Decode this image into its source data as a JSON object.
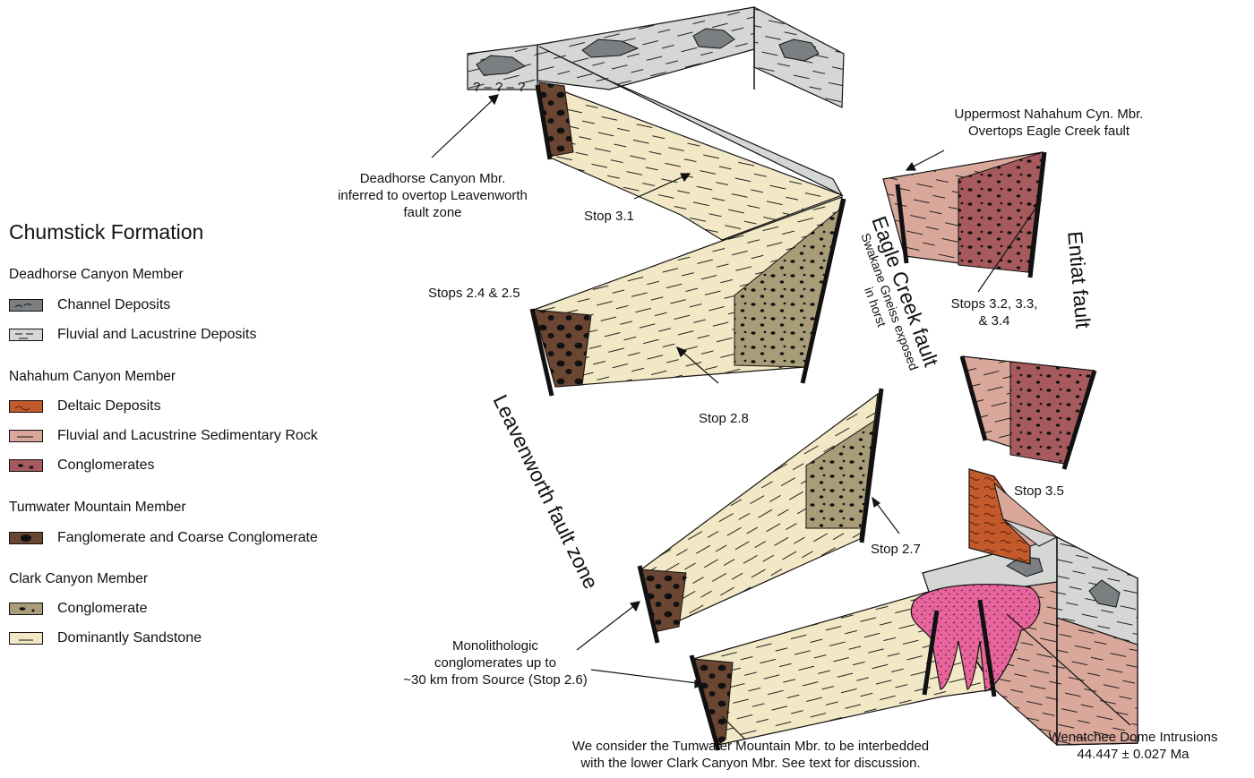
{
  "legend": {
    "title": "Chumstick Formation",
    "groups": [
      {
        "name": "Deadhorse Canyon Member",
        "items": [
          {
            "label": "Channel Deposits",
            "color": "#7b7f82",
            "pattern": "channel-dash"
          },
          {
            "label": "Fluvial and Lacustrine Deposits",
            "color": "#d5d7d4",
            "pattern": "dash"
          }
        ]
      },
      {
        "name": "Nahahum Canyon Member",
        "items": [
          {
            "label": "Deltaic Deposits",
            "color": "#c35a2c",
            "pattern": "wavy"
          },
          {
            "label": "Fluvial and Lacustrine Sedimentary Rock",
            "color": "#d9a89a",
            "pattern": "dash"
          },
          {
            "label": "Conglomerates",
            "color": "#a65a5d",
            "pattern": "pebble"
          }
        ]
      },
      {
        "name": "Tumwater Mountain Member",
        "items": [
          {
            "label": "Fanglomerate and Coarse Conglomerate",
            "color": "#6b4632",
            "pattern": "big-pebble"
          }
        ]
      },
      {
        "name": "Clark Canyon Member",
        "items": [
          {
            "label": "Conglomerate",
            "color": "#a99c78",
            "pattern": "pebble"
          },
          {
            "label": "Dominantly Sandstone",
            "color": "#f3e8c5",
            "pattern": "dash"
          }
        ]
      }
    ]
  },
  "annotations": {
    "deadhorse_note": [
      "Deadhorse Canyon Mbr.",
      "inferred to overtop Leavenworth",
      "fault zone"
    ],
    "uppermost_note": [
      "Uppermost Nahahum Cyn. Mbr.",
      "Overtops Eagle Creek fault"
    ],
    "stop_3_1": "Stop 3.1",
    "stops_2_4_2_5": "Stops 2.4 & 2.5",
    "stop_2_8": "Stop 2.8",
    "stops_3_2": [
      "Stops 3.2, 3.3,",
      "& 3.4"
    ],
    "stop_3_5": "Stop 3.5",
    "stop_2_7": "Stop 2.7",
    "monolithologic": [
      "Monolithologic",
      "conglomerates up to",
      "~30 km from Source (Stop 2.6)"
    ],
    "tumwater_note": [
      "We consider the Tumwater Mountain Mbr. to be interbedded",
      "with the lower Clark Canyon Mbr. See text for discussion."
    ],
    "wenatchee": [
      "Wenatchee Dome Intrusions",
      "44.447 ± 0.027 Ma"
    ],
    "question_marks": "? – ? – ?",
    "fault_leavenworth": "Leavenworth fault zone",
    "fault_eagle": "Eagle Creek fault",
    "fault_entiat": "Entiat fault",
    "swakane": [
      "Swakane Gneiss exposed",
      "in horst"
    ]
  },
  "colors": {
    "sandstone": "#f3e8c5",
    "clark_congl": "#a99c78",
    "fanglomerate": "#6b4632",
    "nahahum_fluvial": "#d9a89a",
    "nahahum_congl": "#a65a5d",
    "deltaic": "#c35a2c",
    "deadhorse_fluvial": "#d5d7d4",
    "channel": "#7b7f82",
    "intrusion": "#e8649c"
  }
}
